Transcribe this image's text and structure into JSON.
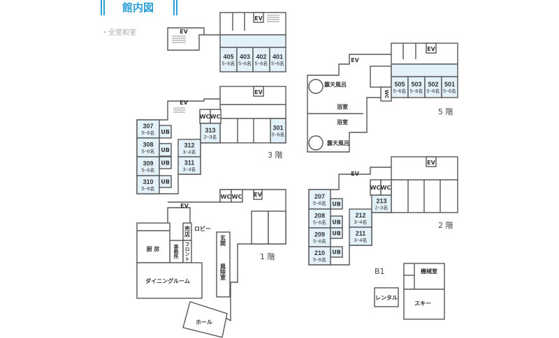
{
  "header": {
    "title": "館内図",
    "note": "・全室和室",
    "accent_color": "#2ea0d8",
    "room_fill": "#e3f1fa"
  },
  "labels": {
    "ev": "EV",
    "ub": "UB",
    "wc": "WC"
  },
  "floor4": {
    "rooms": [
      {
        "number": "405",
        "capacity": "5~6名"
      },
      {
        "number": "403",
        "capacity": "5~6名"
      },
      {
        "number": "402",
        "capacity": "5~6名"
      },
      {
        "number": "401",
        "capacity": "5~6名"
      }
    ]
  },
  "floor3": {
    "label": "3 階",
    "rooms": [
      {
        "number": "307",
        "capacity": "5~6名"
      },
      {
        "number": "308",
        "capacity": "5~6名"
      },
      {
        "number": "309",
        "capacity": "5~6名"
      },
      {
        "number": "310",
        "capacity": "5~6名"
      },
      {
        "number": "312",
        "capacity": "3~4名"
      },
      {
        "number": "311",
        "capacity": "3~4名"
      },
      {
        "number": "313",
        "capacity": "2~3名"
      },
      {
        "number": "301",
        "capacity": "5~6名"
      }
    ]
  },
  "floor1": {
    "label": "1 階",
    "lobby": "ロビー",
    "shop": "売店",
    "office": "事務所",
    "front": "フロント",
    "kitchen": "厨 房",
    "dining": "ダイニングルーム",
    "entrance": "玄関",
    "windbreak": "風除室",
    "hall": "ホール"
  },
  "floor5": {
    "label": "5 階",
    "outdoor_bath_1": "露天風呂",
    "outdoor_bath_2": "露天風呂",
    "bath_1": "浴室",
    "bath_2": "浴室",
    "rooms": [
      {
        "number": "505",
        "capacity": "5~6名"
      },
      {
        "number": "503",
        "capacity": "5~6名"
      },
      {
        "number": "502",
        "capacity": "5~6名"
      },
      {
        "number": "501",
        "capacity": "5~6名"
      }
    ]
  },
  "floor2": {
    "label": "2 階",
    "rooms": [
      {
        "number": "207",
        "capacity": "5~6名"
      },
      {
        "number": "208",
        "capacity": "5~6名"
      },
      {
        "number": "209",
        "capacity": "5~6名"
      },
      {
        "number": "210",
        "capacity": "5~6名"
      },
      {
        "number": "212",
        "capacity": "3~4名"
      },
      {
        "number": "211",
        "capacity": "3~4名"
      },
      {
        "number": "213",
        "capacity": "2~3名"
      }
    ]
  },
  "b1": {
    "label": "B1",
    "machine_room": "機械室",
    "rental": "レンタル",
    "ski": "スキー"
  }
}
